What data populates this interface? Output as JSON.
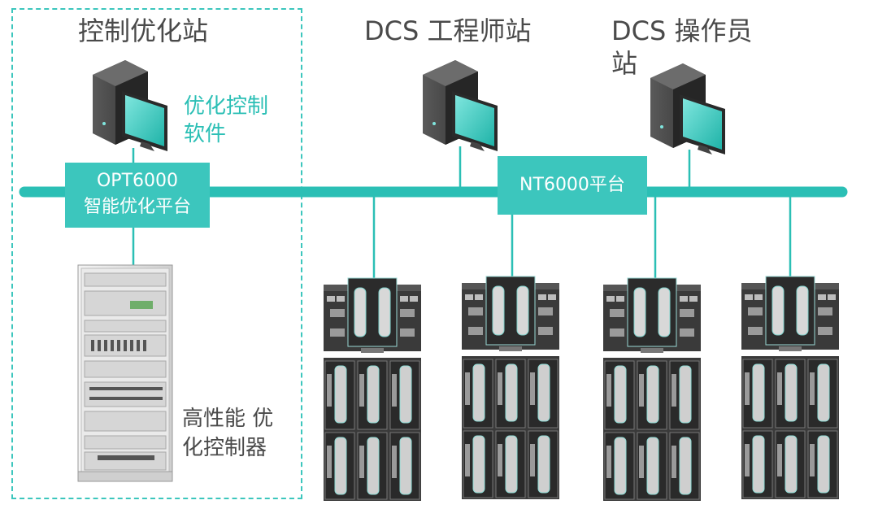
{
  "optimization_station": {
    "title": "控制优化站",
    "software_label_line1": "优化控制",
    "software_label_line2": "软件",
    "platform_line1": "OPT6000",
    "platform_line2": "智能优化平台",
    "controller_line1": "高性能 优",
    "controller_line2": "化控制器"
  },
  "engineer_station": {
    "title": "DCS 工程师站"
  },
  "operator_station": {
    "title_line1": "DCS 操作员",
    "title_line2": "站"
  },
  "dcs_platform": {
    "label": "NT6000平台"
  },
  "colors": {
    "teal": "#2bbfb5",
    "box": "#3cc6bd",
    "text": "#4a4a4a"
  }
}
